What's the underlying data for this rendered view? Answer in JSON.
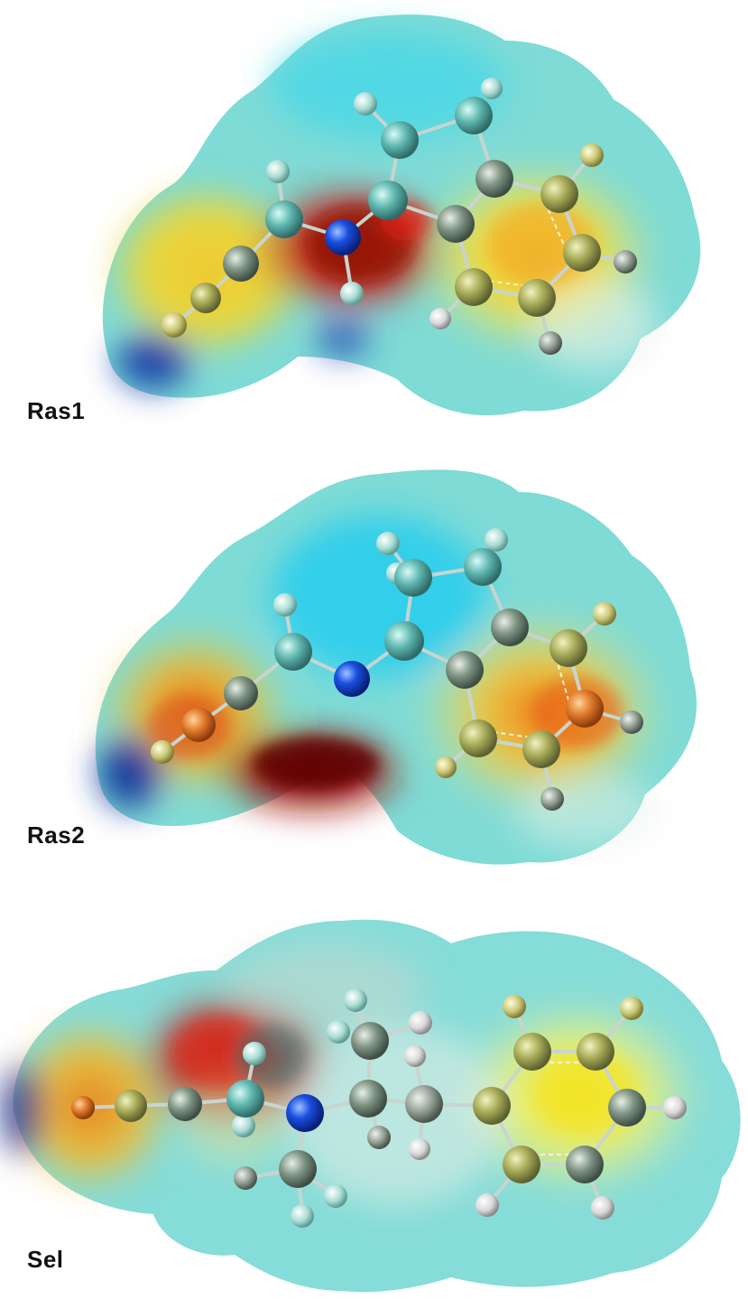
{
  "panels": [
    {
      "label": "Ras1"
    },
    {
      "label": "Ras2"
    },
    {
      "label": "Sel"
    }
  ],
  "colors": {
    "background": "#ffffff",
    "surface_neutral": "#6fd6d8",
    "surface_positive": "#2fd3e6",
    "surface_negative": "#b81a10",
    "surface_mid": "#e8d73a",
    "nitrogen": "#1a3fd0",
    "hydrogen": "#cfe9e3",
    "carbon": "#8a9a86"
  }
}
